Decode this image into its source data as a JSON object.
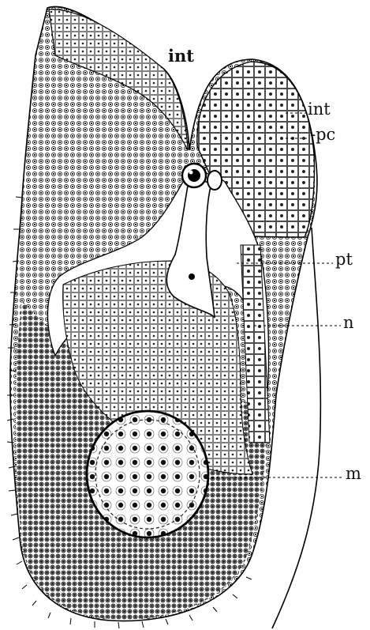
{
  "labels": {
    "int_left": "int",
    "int_right": "int",
    "pc": "-pc",
    "pt": "pt",
    "n": "n",
    "m": "m"
  },
  "colors": {
    "ink": "#111111",
    "paper": "#ffffff"
  }
}
